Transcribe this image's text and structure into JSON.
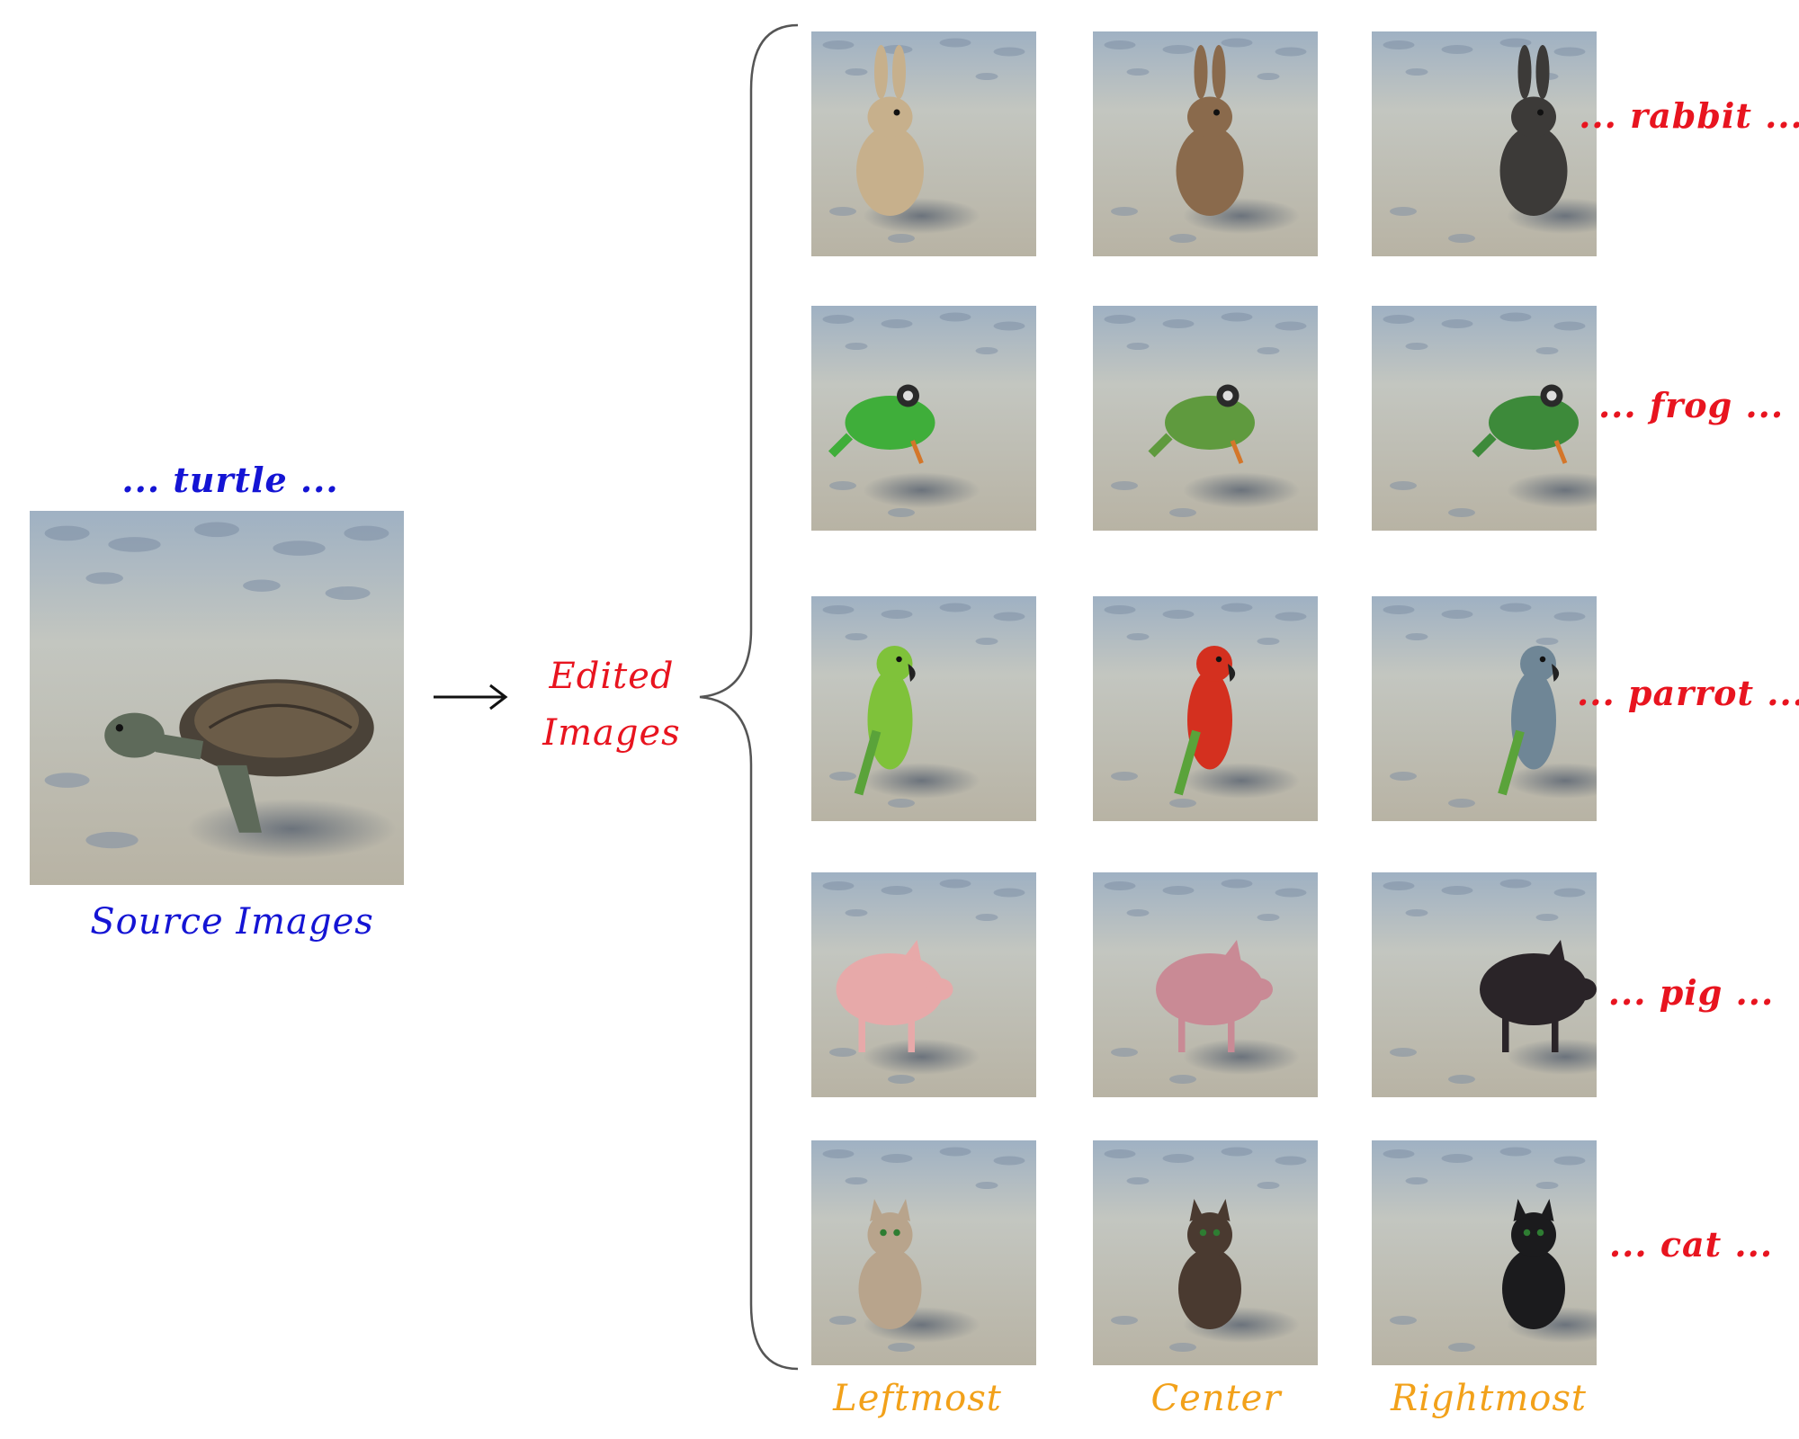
{
  "source": {
    "caption_prompt": "... turtle ...",
    "label": "Source Images"
  },
  "edited_label": [
    "Edited",
    "Images"
  ],
  "rows": [
    {
      "prompt": "... rabbit ...",
      "subject": "rabbit"
    },
    {
      "prompt": "... frog ...",
      "subject": "frog"
    },
    {
      "prompt": "... parrot ...",
      "subject": "parrot"
    },
    {
      "prompt": "... pig ...",
      "subject": "pig"
    },
    {
      "prompt": "... cat ...",
      "subject": "cat"
    }
  ],
  "columns": [
    "Leftmost",
    "Center",
    "Rightmost"
  ],
  "colors": {
    "source_text": "#1414d4",
    "edit_text": "#e8141f",
    "column_text": "#f2a11a",
    "sand": "#bfc2bd"
  }
}
